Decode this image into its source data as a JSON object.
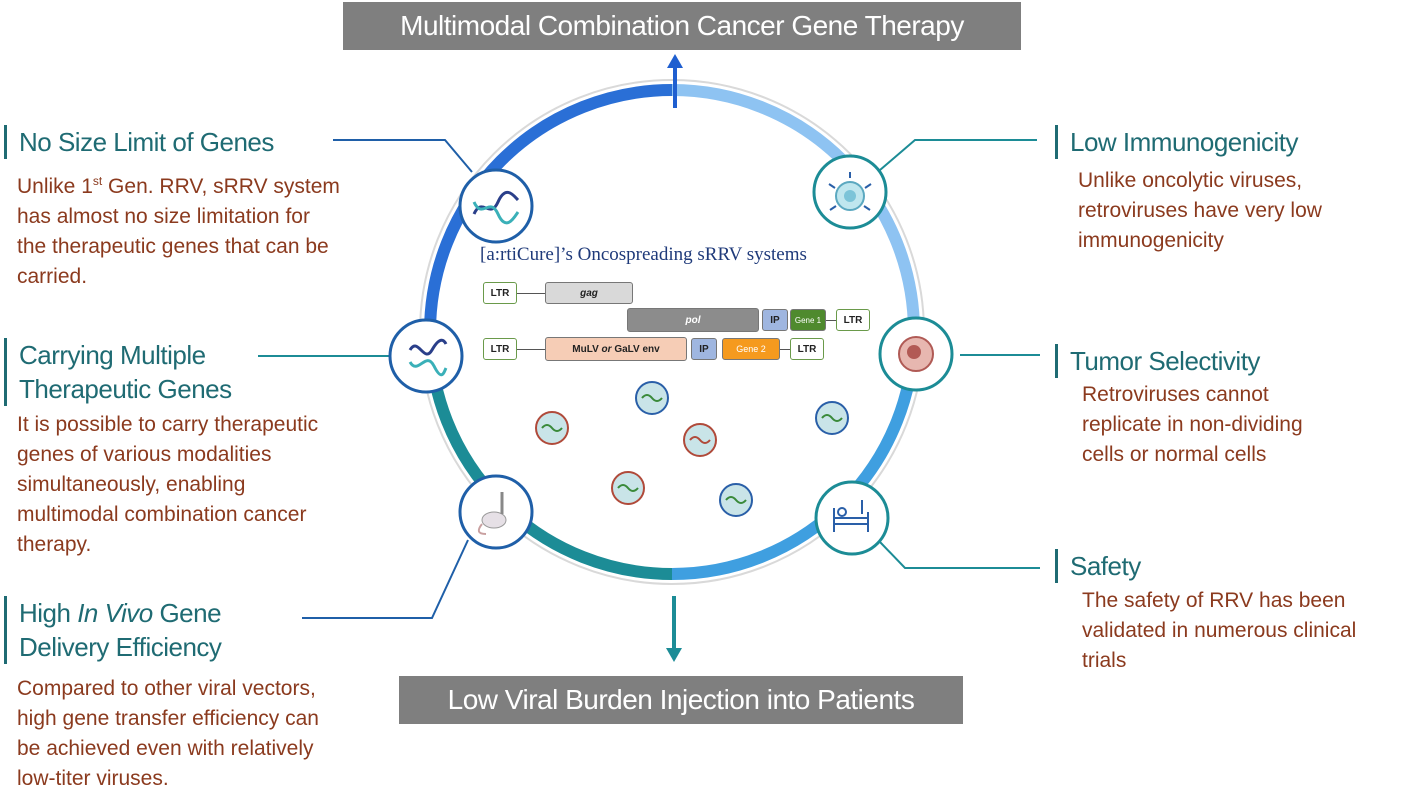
{
  "banners": {
    "top": "Multimodal Combination Cancer Gene Therapy",
    "bottom": "Low Viral Burden Injection into Patients"
  },
  "center": {
    "title": "[a:rtiCure]’s Oncospreading sRRV systems",
    "construct": {
      "ltr": "LTR",
      "gag": "gag",
      "pol": "pol",
      "ip": "IP",
      "gene1": "Gene 1",
      "env_prefix": "MuLV ",
      "env_or": "or",
      "env_suffix": " GaLV env",
      "gene2": "Gene 2"
    }
  },
  "features": {
    "size": {
      "heading": "No Size Limit of Genes",
      "line1_pre": "Unlike 1",
      "line1_sup": "st",
      "line1_post": " Gen. RRV, sRRV system",
      "line2": "has almost no size limitation for",
      "line3": "the therapeutic genes that can be",
      "line4": "carried."
    },
    "multiple": {
      "heading1": "Carrying Multiple",
      "heading2": "Therapeutic Genes",
      "lines": [
        "It is possible to carry therapeutic",
        "genes of various modalities",
        "simultaneously, enabling",
        "multimodal combination cancer",
        "therapy."
      ]
    },
    "invivo": {
      "heading_pre": "High ",
      "heading_italic": "In Vivo",
      "heading_post": " Gene",
      "heading2": "Delivery Efficiency",
      "lines": [
        "Compared to other viral vectors,",
        "high gene transfer efficiency can",
        "be achieved even with relatively",
        "low-titer viruses."
      ]
    },
    "immuno": {
      "heading": "Low Immunogenicity",
      "lines": [
        "Unlike oncolytic viruses,",
        "retroviruses have very low",
        "immunogenicity"
      ]
    },
    "tumor": {
      "heading": "Tumor Selectivity",
      "lines": [
        "Retroviruses cannot",
        "replicate in non-dividing",
        "cells or normal cells"
      ]
    },
    "safety": {
      "heading": "Safety",
      "lines": [
        "The safety of RRV has been",
        "validated in numerous clinical",
        "trials"
      ]
    }
  },
  "colors": {
    "heading": "#1f6b73",
    "description": "#8b3a1e",
    "banner": "#7f7f7f",
    "ring_blue": "#2a6fd6",
    "ring_teal": "#1c8c96"
  },
  "icons": [
    "dna-helix-icon",
    "multi-gene-icon",
    "mouse-injection-icon",
    "immune-cell-icon",
    "tumor-cell-icon",
    "patient-bed-icon",
    "virus-particle-icon"
  ]
}
